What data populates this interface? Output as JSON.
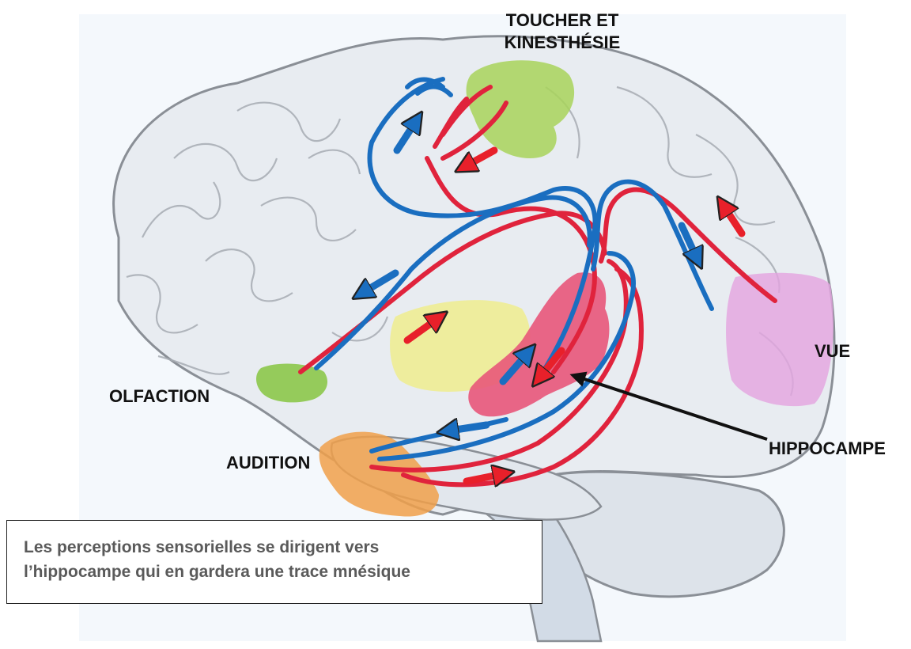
{
  "labels": {
    "toucher_line1": "TOUCHER ET",
    "toucher_line2": "KINESTHÉSIE",
    "vue": "VUE",
    "olfaction": "OLFACTION",
    "audition": "AUDITION",
    "hippocampe": "HIPPOCAMPE"
  },
  "caption": {
    "line1": "Les perceptions sensorielles se dirigent vers",
    "line2": "l’hippocampe qui en gardera une trace mnésique"
  },
  "colors": {
    "to_hippocampus": "#e8202a",
    "from_hippocampus": "#1a6ec0",
    "touch_area": "#9ed14a",
    "olfaction_area": "#8cc84a",
    "vision_area": "#e3a4e0",
    "audition_area": "#f0a04a",
    "hippocampus": "#e8577a",
    "thalamus": "#f0ee80"
  }
}
